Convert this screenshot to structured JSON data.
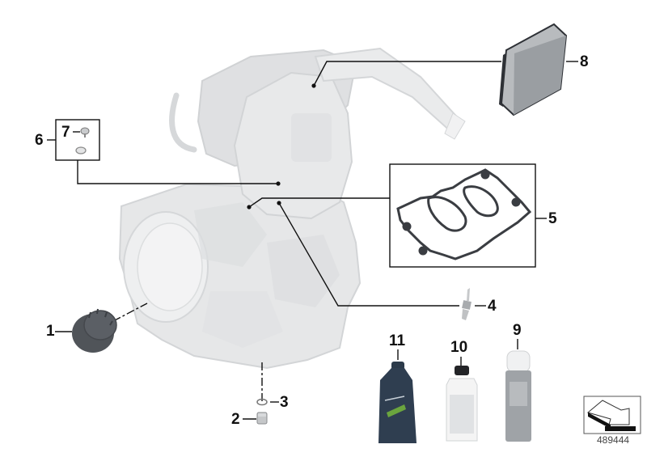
{
  "diagram": {
    "type": "exploded parts illustration",
    "subject": "engine service kit",
    "diagram_number": "489444",
    "colors": {
      "engine_fill": "#e4e5e6",
      "engine_shade": "#d0d2d4",
      "leader_line": "#111111",
      "part_dark": "#4b4f55",
      "gasket": "#3a3d42",
      "filter_body": "#9ea2a6",
      "oil_bottle": "#2c3a4a"
    },
    "callouts": [
      {
        "id": "1",
        "label": "1",
        "part": "oil filter"
      },
      {
        "id": "2",
        "label": "2",
        "part": "drain plug"
      },
      {
        "id": "3",
        "label": "3",
        "part": "seal ring"
      },
      {
        "id": "4",
        "label": "4",
        "part": "spark plug"
      },
      {
        "id": "5",
        "label": "5",
        "part": "cylinder head cover gasket set"
      },
      {
        "id": "6",
        "label": "6",
        "part": "screw/seal kit group"
      },
      {
        "id": "7",
        "label": "7",
        "part": "screw"
      },
      {
        "id": "8",
        "label": "8",
        "part": "air filter element"
      },
      {
        "id": "9",
        "label": "9",
        "part": "spray can"
      },
      {
        "id": "10",
        "label": "10",
        "part": "coolant bottle"
      },
      {
        "id": "11",
        "label": "11",
        "part": "engine oil bottle"
      }
    ]
  }
}
